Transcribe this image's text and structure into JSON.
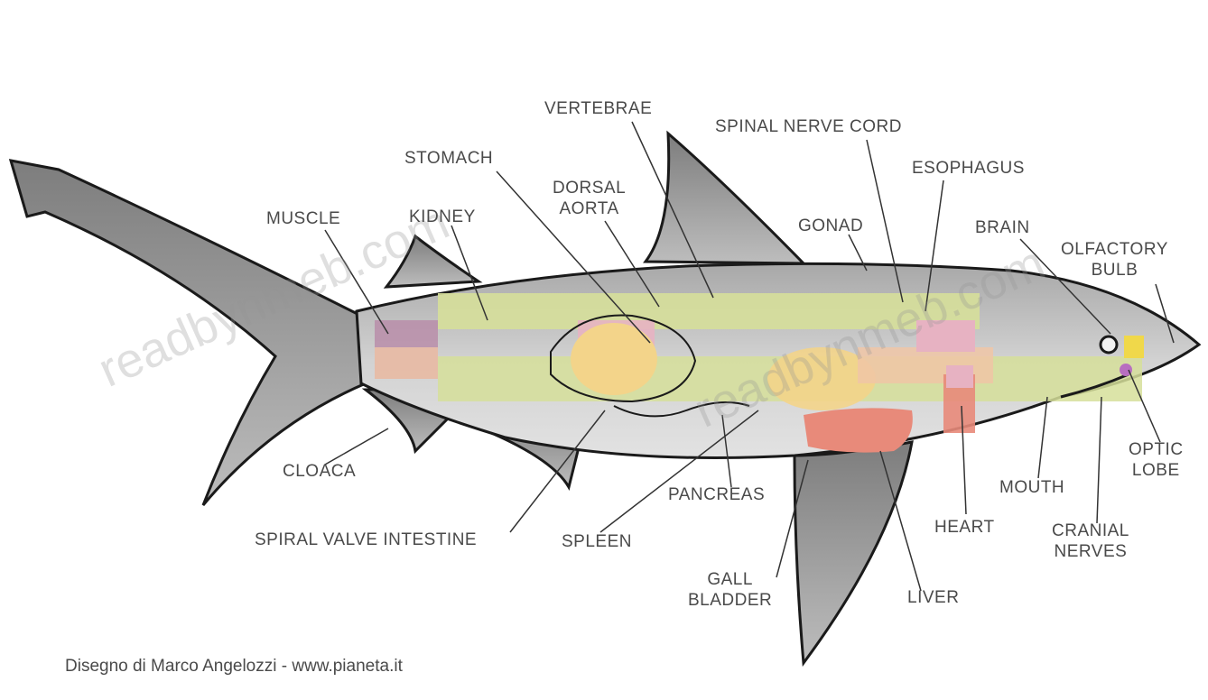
{
  "labels": {
    "vertebrae": "VERTEBRAE",
    "spinal_nerve_cord": "SPINAL NERVE CORD",
    "stomach": "STOMACH",
    "esophagus": "ESOPHAGUS",
    "dorsal_aorta": "DORSAL\nAORTA",
    "muscle": "MUSCLE",
    "kidney": "KIDNEY",
    "gonad": "GONAD",
    "brain": "BRAIN",
    "olfactory_bulb": "OLFACTORY\nBULB",
    "optic_lobe": "OPTIC\nLOBE",
    "mouth": "MOUTH",
    "cloaca": "CLOACA",
    "pancreas": "PANCREAS",
    "heart": "HEART",
    "cranial_nerves": "CRANIAL\nNERVES",
    "spiral_valve_intestine": "SPIRAL VALVE INTESTINE",
    "spleen": "SPLEEN",
    "gall_bladder": "GALL\nBLADDER",
    "liver": "LIVER"
  },
  "credit": "Disegno di Marco Angelozzi - www.pianeta.it",
  "watermark": "readbynmeb.com",
  "colors": {
    "body": "#c9c9c9",
    "fin": "#9a9a9a",
    "outline": "#1a1a1a",
    "muscle_green": "#d6df9a",
    "stomach_yellow": "#f3d48a",
    "liver_red": "#e88a7a",
    "gonad_pink": "#e7b2c2",
    "kidney_purple": "#b88aa8",
    "peach": "#f0c6a6"
  }
}
